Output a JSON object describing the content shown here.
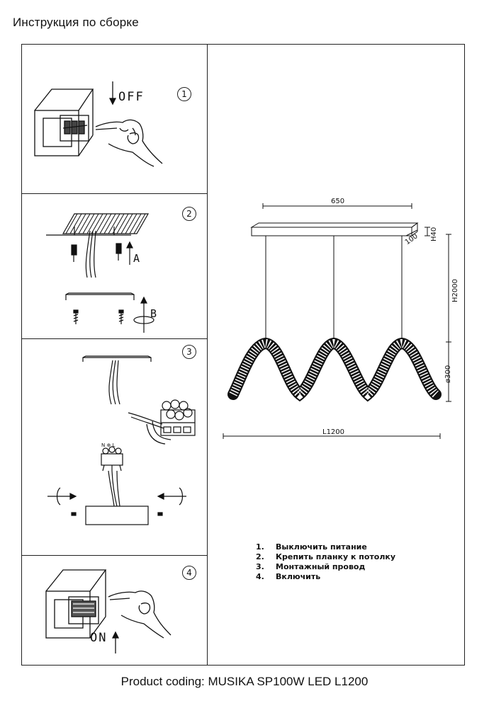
{
  "title": "Инструкция по сборке",
  "steps": [
    {
      "num": "1",
      "label": "OFF"
    },
    {
      "num": "2",
      "label_a": "A",
      "label_b": "B"
    },
    {
      "num": "3"
    },
    {
      "num": "4",
      "label": "ON"
    }
  ],
  "dimensions": {
    "width": "650",
    "height_base": "H40",
    "base_side": "100",
    "height_total": "H2000",
    "diameter": "ø300",
    "length": "L1200"
  },
  "instructions": [
    {
      "n": "1.",
      "text": "Выключить питание"
    },
    {
      "n": "2.",
      "text": "Крепить планку к потолку"
    },
    {
      "n": "3.",
      "text": "Монтажный провод"
    },
    {
      "n": "4.",
      "text": "Включить"
    }
  ],
  "footer": "Product coding: MUSIKA SP100W LED L1200"
}
